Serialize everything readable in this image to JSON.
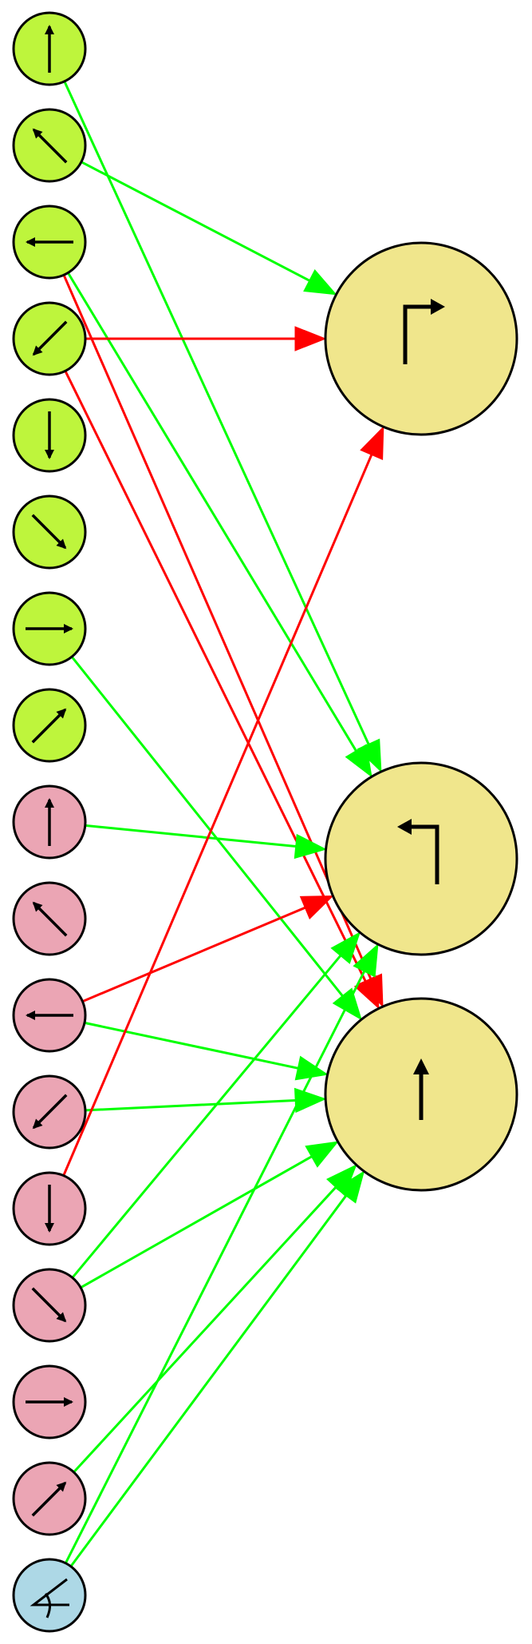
{
  "colors": {
    "background": "#ffffff",
    "node_stroke": "#000000",
    "input_green": "#bef53c",
    "input_pink": "#eba5b4",
    "input_blue": "#add8e6",
    "output_yellow": "#f0e68c",
    "edge_positive": "#00ff00",
    "edge_negative": "#ff0000"
  },
  "inputs": [
    {
      "id": "g_up",
      "group": "green",
      "icon": "arrow-up-icon"
    },
    {
      "id": "g_upleft",
      "group": "green",
      "icon": "arrow-up-left-icon"
    },
    {
      "id": "g_left",
      "group": "green",
      "icon": "arrow-left-icon"
    },
    {
      "id": "g_downleft",
      "group": "green",
      "icon": "arrow-down-left-icon"
    },
    {
      "id": "g_down",
      "group": "green",
      "icon": "arrow-down-icon"
    },
    {
      "id": "g_downright",
      "group": "green",
      "icon": "arrow-down-right-icon"
    },
    {
      "id": "g_right",
      "group": "green",
      "icon": "arrow-right-icon"
    },
    {
      "id": "g_upright",
      "group": "green",
      "icon": "arrow-up-right-icon"
    },
    {
      "id": "p_up",
      "group": "pink",
      "icon": "arrow-up-icon"
    },
    {
      "id": "p_upleft",
      "group": "pink",
      "icon": "arrow-up-left-icon"
    },
    {
      "id": "p_left",
      "group": "pink",
      "icon": "arrow-left-icon"
    },
    {
      "id": "p_downleft",
      "group": "pink",
      "icon": "arrow-down-left-icon"
    },
    {
      "id": "p_down",
      "group": "pink",
      "icon": "arrow-down-icon"
    },
    {
      "id": "p_downright",
      "group": "pink",
      "icon": "arrow-down-right-icon"
    },
    {
      "id": "p_right",
      "group": "pink",
      "icon": "arrow-right-icon"
    },
    {
      "id": "p_upright",
      "group": "pink",
      "icon": "arrow-up-right-icon"
    },
    {
      "id": "b_angle",
      "group": "blue",
      "icon": "angle-icon"
    }
  ],
  "outputs": [
    {
      "id": "o_turn_right",
      "icon": "turn-right-icon"
    },
    {
      "id": "o_turn_left",
      "icon": "turn-left-icon"
    },
    {
      "id": "o_forward",
      "icon": "forward-arrow-icon"
    }
  ],
  "edges": [
    {
      "from": "g_up",
      "to": "o_turn_left",
      "sign": "positive"
    },
    {
      "from": "g_upleft",
      "to": "o_turn_right",
      "sign": "positive"
    },
    {
      "from": "g_left",
      "to": "o_turn_left",
      "sign": "positive"
    },
    {
      "from": "g_left",
      "to": "o_forward",
      "sign": "negative"
    },
    {
      "from": "g_downleft",
      "to": "o_turn_right",
      "sign": "negative"
    },
    {
      "from": "g_downleft",
      "to": "o_forward",
      "sign": "negative"
    },
    {
      "from": "g_right",
      "to": "o_forward",
      "sign": "positive"
    },
    {
      "from": "p_up",
      "to": "o_turn_left",
      "sign": "positive"
    },
    {
      "from": "p_left",
      "to": "o_turn_left",
      "sign": "negative"
    },
    {
      "from": "p_left",
      "to": "o_forward",
      "sign": "positive"
    },
    {
      "from": "p_downleft",
      "to": "o_forward",
      "sign": "positive"
    },
    {
      "from": "p_down",
      "to": "o_turn_right",
      "sign": "negative"
    },
    {
      "from": "p_downright",
      "to": "o_turn_left",
      "sign": "positive"
    },
    {
      "from": "p_downright",
      "to": "o_forward",
      "sign": "positive"
    },
    {
      "from": "p_upright",
      "to": "o_forward",
      "sign": "positive"
    },
    {
      "from": "b_angle",
      "to": "o_turn_left",
      "sign": "positive"
    },
    {
      "from": "b_angle",
      "to": "o_forward",
      "sign": "positive"
    }
  ]
}
